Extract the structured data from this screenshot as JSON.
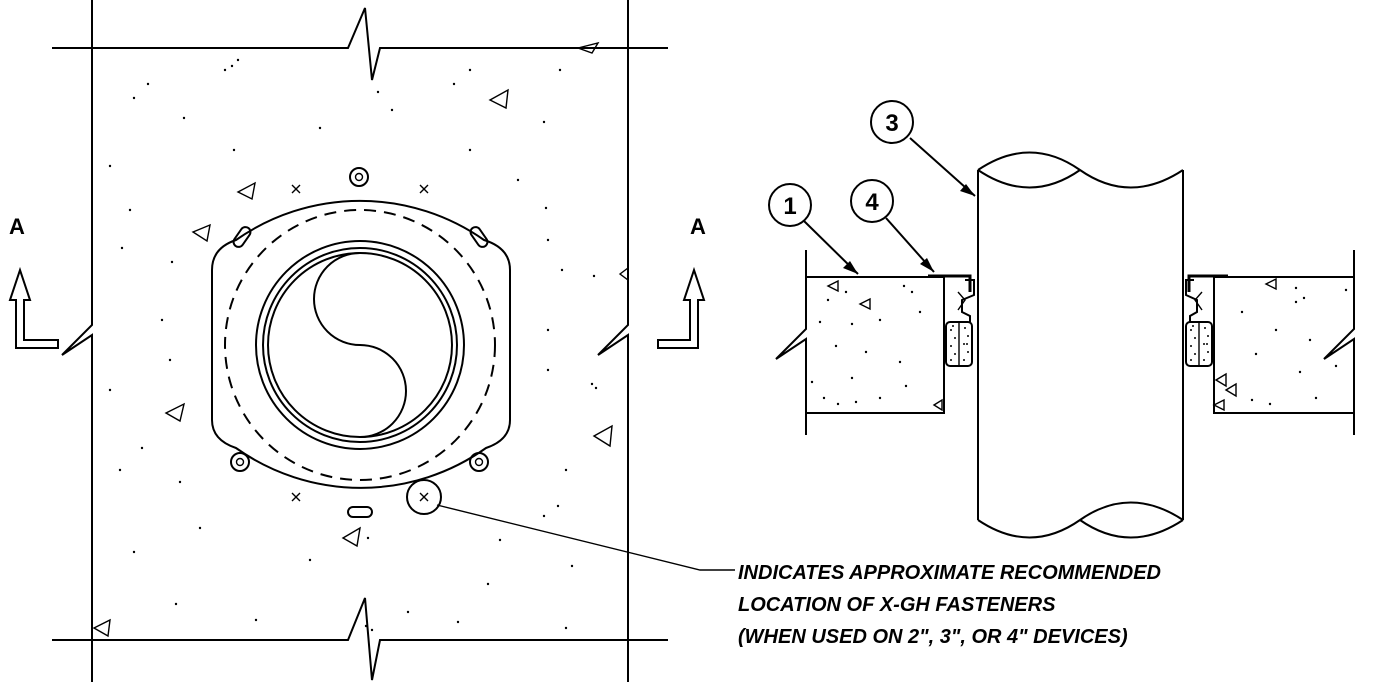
{
  "plan_view": {
    "section_marker_left": "A",
    "section_marker_right": "A"
  },
  "section_view": {
    "callouts": [
      {
        "id": "callout-1",
        "number": "1"
      },
      {
        "id": "callout-3",
        "number": "3"
      },
      {
        "id": "callout-4",
        "number": "4"
      }
    ]
  },
  "note": {
    "lines": [
      "INDICATES APPROXIMATE RECOMMENDED",
      "LOCATION OF X-GH FASTENERS",
      "(WHEN USED ON 2\", 3\", OR 4\" DEVICES)"
    ]
  }
}
